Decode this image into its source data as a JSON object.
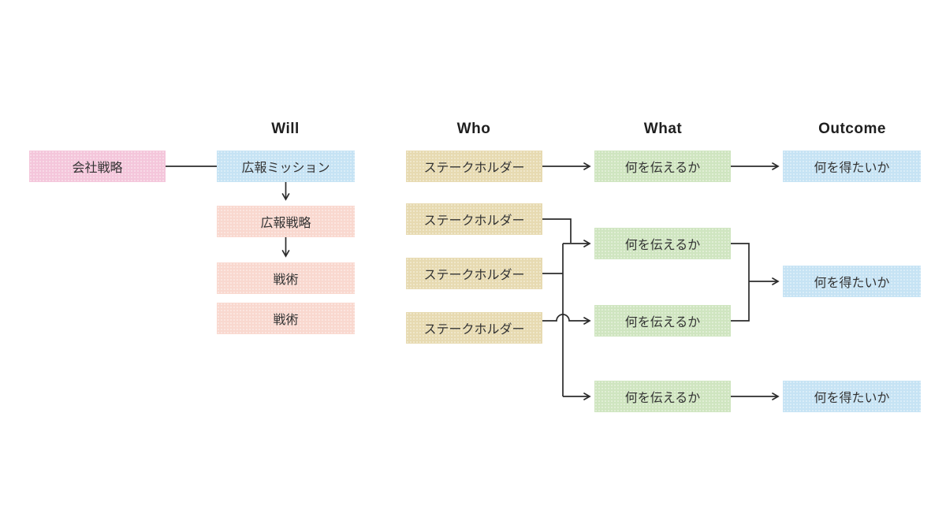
{
  "headers": {
    "will": "Will",
    "who": "Who",
    "what": "What",
    "outcome": "Outcome"
  },
  "nodes": {
    "company_strategy": {
      "label": "会社戦略"
    },
    "pr_mission": {
      "label": "広報ミッション"
    },
    "pr_strategy": {
      "label": "広報戦略"
    },
    "tactic_1": {
      "label": "戦術"
    },
    "tactic_2": {
      "label": "戦術"
    },
    "stakeholder_1": {
      "label": "ステークホルダー"
    },
    "stakeholder_2": {
      "label": "ステークホルダー"
    },
    "stakeholder_3": {
      "label": "ステークホルダー"
    },
    "stakeholder_4": {
      "label": "ステークホルダー"
    },
    "what_1": {
      "label": "何を伝えるか"
    },
    "what_2": {
      "label": "何を伝えるか"
    },
    "what_3": {
      "label": "何を伝えるか"
    },
    "what_4": {
      "label": "何を伝えるか"
    },
    "outcome_1": {
      "label": "何を得たいか"
    },
    "outcome_2": {
      "label": "何を得たいか"
    },
    "outcome_3": {
      "label": "何を得たいか"
    }
  },
  "colors": {
    "pink": "#f4c6db",
    "light_blue": "#c6e3f4",
    "salmon": "#f9d8cf",
    "tan": "#e7dab1",
    "green": "#cfe5c0",
    "line": "#2b2b2b",
    "background": "#ffffff"
  }
}
